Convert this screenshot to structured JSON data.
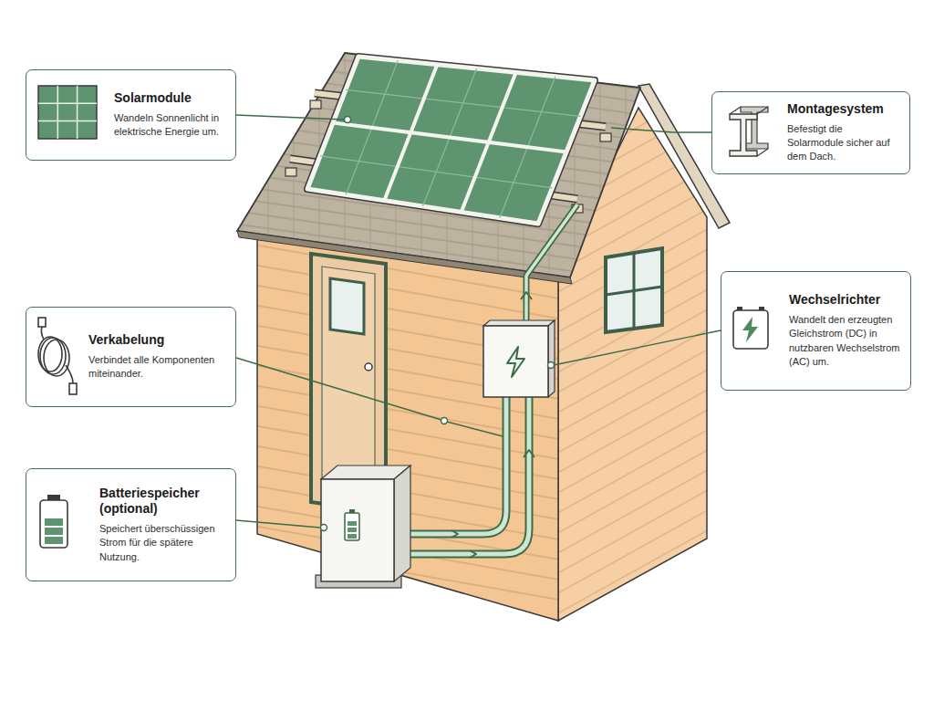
{
  "diagram": {
    "nodes": [
      {
        "text": [
          "Solarmodule",
          "Wandeln Sonnenlicht in elektrische Energie um."
        ]
      },
      {
        "text": [
          "Montagesystem",
          "Befestigt die Solarmodule sicher auf dem Dach."
        ]
      },
      {
        "text": [
          "Verkabelung",
          "Verbindet alle Komponenten miteinander."
        ]
      },
      {
        "text": [
          "Wechselrichter",
          "Wandelt den erzeugten Gleichstrom (DC) in nutzbaren Wechselstrom (AC) um."
        ]
      },
      {
        "text": [
          "Batteriespeicher (optional)",
          "Speichert überschüssigen Strom für die spätere Nutzung."
        ]
      }
    ]
  }
}
